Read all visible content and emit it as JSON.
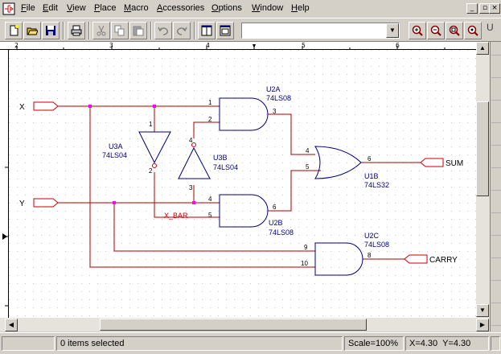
{
  "menu": [
    {
      "first": "F",
      "rest": "ile"
    },
    {
      "first": "E",
      "rest": "dit"
    },
    {
      "first": "V",
      "rest": "iew"
    },
    {
      "first": "P",
      "rest": "lace"
    },
    {
      "first": "M",
      "rest": "acro"
    },
    {
      "first": "A",
      "rest": "ccessories"
    },
    {
      "first": "O",
      "rest": "ptions"
    },
    {
      "first": "W",
      "rest": "indow"
    },
    {
      "first": "H",
      "rest": "elp"
    }
  ],
  "window_buttons": {
    "minimize": "_",
    "restore": "▫",
    "close": "×"
  },
  "toolbar": {
    "icons": [
      "new-icon",
      "open-icon",
      "save-icon",
      "print-icon",
      "cut-icon",
      "copy-icon",
      "paste-icon",
      "undo-icon",
      "redo-icon",
      "split-view-icon",
      "window-view-icon",
      "zoom-in-icon",
      "zoom-out-icon",
      "zoom-area-icon",
      "zoom-all-icon"
    ],
    "part_combo_value": "",
    "edge_label": "U"
  },
  "ruler": {
    "top": [
      "2",
      "3",
      "4",
      "5",
      "6"
    ]
  },
  "schematic": {
    "ports": {
      "x": "X",
      "y": "Y",
      "sum": "SUM",
      "carry": "CARRY"
    },
    "net_label": "X_BAR",
    "parts": {
      "u2a": {
        "ref": "U2A",
        "value": "74LS08"
      },
      "u3a": {
        "ref": "U3A",
        "value": "74LS04"
      },
      "u3b": {
        "ref": "U3B",
        "value": "74LS04"
      },
      "u1b": {
        "ref": "U1B",
        "value": "74LS32"
      },
      "u2b": {
        "ref": "U2B",
        "value": "74LS08"
      },
      "u2c": {
        "ref": "U2C",
        "value": "74LS08"
      }
    },
    "pins": {
      "u2a_1": "1",
      "u2a_2": "2",
      "u2a_3": "3",
      "u3a_1": "1",
      "u3a_2": "2",
      "u3b_4": "4",
      "u3b_3": "3",
      "u1b_4": "4",
      "u1b_5": "5",
      "u1b_6": "6",
      "u2b_4": "4",
      "u2b_5": "5",
      "u2b_6": "6",
      "u2c_9": "9",
      "u2c_10": "10",
      "u2c_8": "8"
    }
  },
  "status": {
    "selection": "0 items selected",
    "scale": "Scale=100%",
    "coords": "X=4.30  Y=4.30"
  },
  "colors": {
    "wire": "#b00000",
    "part": "#000080",
    "port": "#cc0000",
    "junction": "#ff00ff",
    "text": "#000080"
  }
}
